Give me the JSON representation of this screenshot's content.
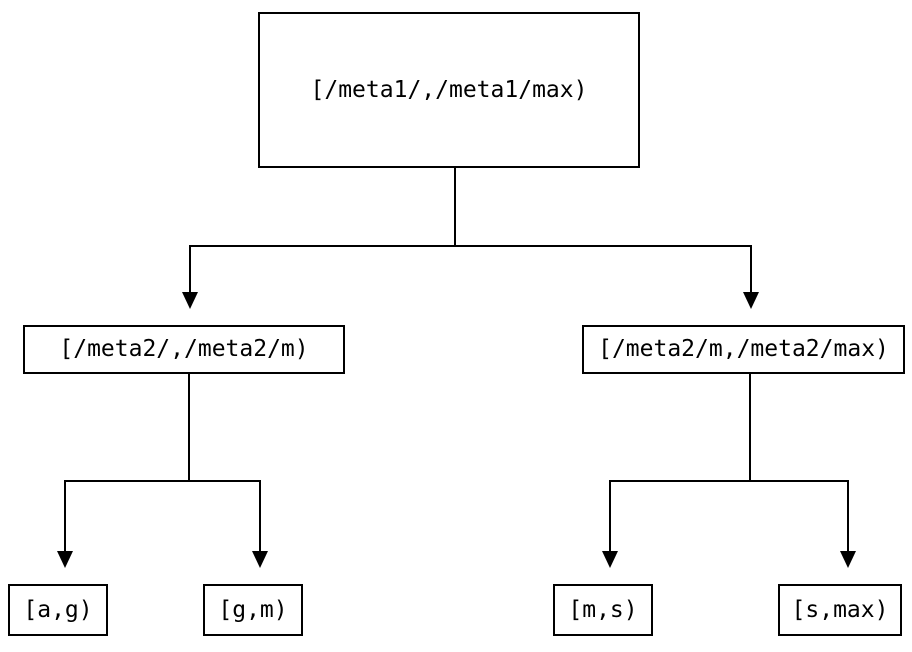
{
  "diagram": {
    "type": "tree",
    "description": "Binary tree of key-range intervals",
    "colors": {
      "background": "#ffffff",
      "line": "#000000",
      "text": "#000000"
    },
    "nodes": {
      "root": {
        "label": "[/meta1/,/meta1/max)"
      },
      "level1_left": {
        "label": "[/meta2/,/meta2/m)"
      },
      "level1_right": {
        "label": "[/meta2/m,/meta2/max)"
      },
      "leaf_a_g": {
        "label": "[a,g)"
      },
      "leaf_g_m": {
        "label": "[g,m)"
      },
      "leaf_m_s": {
        "label": "[m,s)"
      },
      "leaf_s_max": {
        "label": "[s,max)"
      }
    },
    "edges": [
      {
        "from": "root",
        "to": "level1_left"
      },
      {
        "from": "root",
        "to": "level1_right"
      },
      {
        "from": "level1_left",
        "to": "leaf_a_g"
      },
      {
        "from": "level1_left",
        "to": "leaf_g_m"
      },
      {
        "from": "level1_right",
        "to": "leaf_m_s"
      },
      {
        "from": "level1_right",
        "to": "leaf_s_max"
      }
    ]
  }
}
